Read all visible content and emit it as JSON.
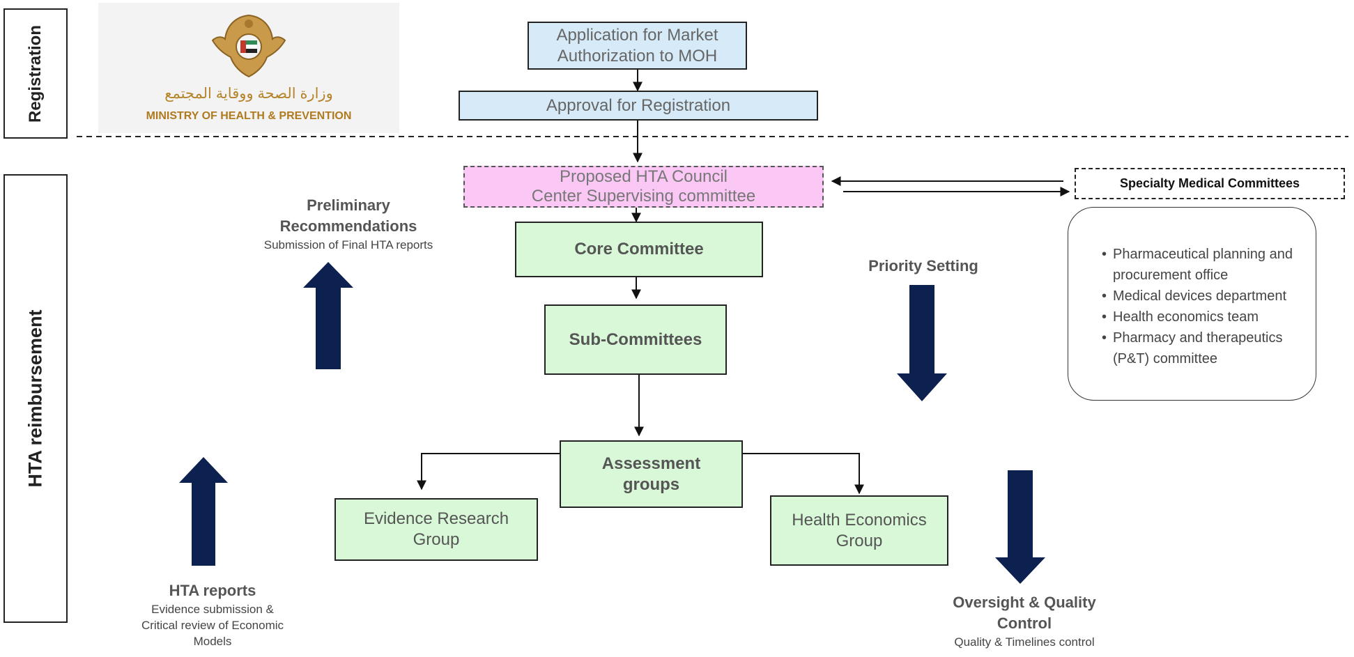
{
  "sections": {
    "registration": "Registration",
    "reimbursement": "HTA reimbursement"
  },
  "logo": {
    "arabic_text": "وزارة الصحة ووقاية المجتمع",
    "english_text": "MINISTRY OF HEALTH & PREVENTION"
  },
  "boxes": {
    "application": "Application for Market\nAuthorization to MOH",
    "approval": "Approval for Registration",
    "hta_council": "Proposed HTA Council\nCenter Supervising committee",
    "core_committee": "Core Committee",
    "sub_committees": "Sub-Committees",
    "assessment_groups": "Assessment\ngroups",
    "evidence_research": "Evidence Research\nGroup",
    "health_economics": "Health Economics\nGroup",
    "specialty_committees": "Specialty Medical Committees"
  },
  "specialty_list": [
    "Pharmaceutical planning and procurement office",
    "Medical devices department",
    "Health economics team",
    " Pharmacy and therapeutics (P&T) committee"
  ],
  "labels": {
    "preliminary_title": "Preliminary\nRecommendations",
    "preliminary_sub": "Submission of Final HTA reports",
    "priority_setting": "Priority Setting",
    "hta_reports_title": "HTA reports",
    "hta_reports_sub": "Evidence submission &\nCritical review of Economic\nModels",
    "oversight_title": "Oversight & Quality\nControl",
    "oversight_sub": "Quality & Timelines control"
  },
  "colors": {
    "navy_arrow": "#0d2150",
    "blue_box": "#d6ebf7",
    "pink_box": "#fbc8f5",
    "green_box": "#d8f8d8",
    "logo_gold": "#b5842a"
  }
}
